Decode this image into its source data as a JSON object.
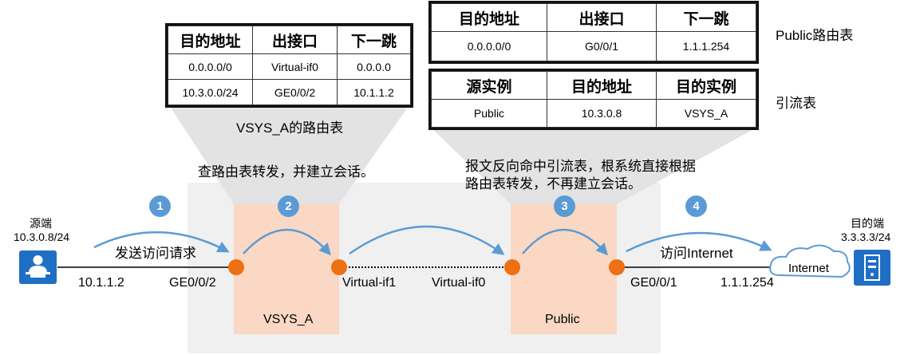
{
  "vsys_table": {
    "headers": [
      "目的地址",
      "出接口",
      "下一跳"
    ],
    "rows": [
      [
        "0.0.0.0/0",
        "Virtual-if0",
        "0.0.0.0"
      ],
      [
        "10.3.0.0/24",
        "GE0/0/2",
        "10.1.1.2"
      ]
    ],
    "caption": "VSYS_A的路由表"
  },
  "public_table": {
    "headers": [
      "目的地址",
      "出接口",
      "下一跳"
    ],
    "rows": [
      [
        "0.0.0.0/0",
        "G0/0/1",
        "1.1.1.254"
      ]
    ],
    "caption": "Public路由表"
  },
  "diversion_table": {
    "headers": [
      "源实例",
      "目的地址",
      "目的实例"
    ],
    "rows": [
      [
        "Public",
        "10.3.0.8",
        "VSYS_A"
      ]
    ],
    "caption": "引流表"
  },
  "notes": {
    "vsys_note": "查路由表转发，并建立会话。",
    "public_note_line1": "报文反向命中引流表，根系统直接根据",
    "public_note_line2": "路由表转发，不再建立会话。"
  },
  "source": {
    "title": "源端",
    "ip": "10.3.0.8/24"
  },
  "destination": {
    "title": "目的端",
    "ip": "3.3.3.3/24"
  },
  "steps": [
    "1",
    "2",
    "3",
    "4"
  ],
  "labels": {
    "send_request": "发送访问请求",
    "access_internet": "访问Internet",
    "src_gateway_ip": "10.1.1.2",
    "ge002": "GE0/0/2",
    "vif1": "Virtual-if1",
    "vif0": "Virtual-if0",
    "ge001": "GE0/0/1",
    "next_hop_ip": "1.1.1.254",
    "internet": "Internet",
    "vsys_a": "VSYS_A",
    "public": "Public"
  },
  "colors": {
    "accent_blue": "#5b9bd5",
    "port_orange": "#ed7014",
    "peach": "#fad8c3",
    "gray_bg": "#f0f0f0"
  }
}
